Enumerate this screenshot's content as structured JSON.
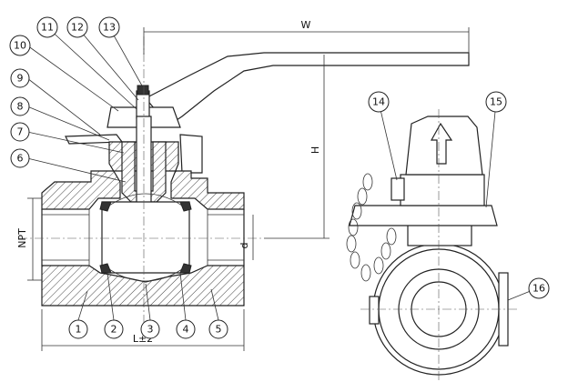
{
  "callouts": [
    "1",
    "2",
    "3",
    "4",
    "5",
    "6",
    "7",
    "8",
    "9",
    "10",
    "11",
    "12",
    "13",
    "14",
    "15",
    "16"
  ],
  "dimensions": {
    "width": "W",
    "height": "H",
    "thread": "NPT",
    "bore": "d",
    "length": "L±2"
  }
}
